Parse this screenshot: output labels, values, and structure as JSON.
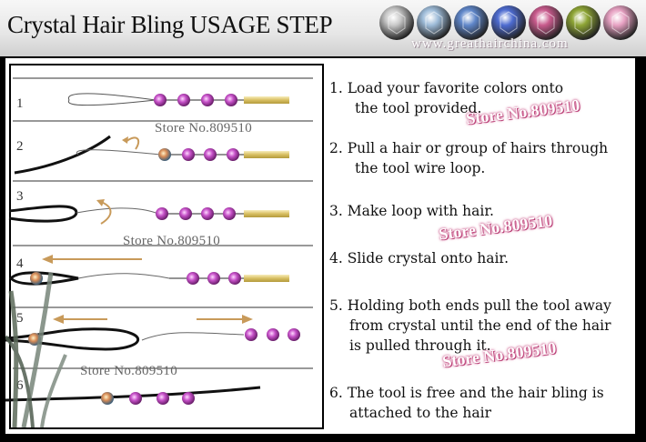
{
  "header": {
    "title": "Crystal Hair Bling USAGE STEP",
    "website": "www.greathairchina.com",
    "gem_colors": [
      "#c8c8c8",
      "#9dbbd8",
      "#5f86c9",
      "#4d6bd0",
      "#c85a8c",
      "#8ea535",
      "#e7a1c2"
    ]
  },
  "left_panel": {
    "step_numbers": [
      "1",
      "2",
      "3",
      "4",
      "5",
      "6"
    ],
    "store_labels": [
      "Store No.809510",
      "Store No.809510",
      "Store No.809510"
    ]
  },
  "instructions": [
    {
      "line1": "1. Load your favorite colors onto",
      "line2": "the tool provided."
    },
    {
      "line1": "2. Pull a hair or group of hairs through",
      "line2": "the tool wire loop."
    },
    {
      "line1": "3. Make loop with hair.",
      "line2": ""
    },
    {
      "line1": "4. Slide crystal onto hair.",
      "line2": ""
    },
    {
      "line1": "5. Holding both ends pull  the tool away",
      "line2": "from crystal until the end of the hair",
      "line3": "is pulled through it."
    },
    {
      "line1": "6. The tool is free and the hair bling is",
      "line2": "attached to the hair"
    }
  ],
  "watermarks": [
    "Store No.809510",
    "Store No.809510",
    "Store No.809510"
  ],
  "colors": {
    "crystal": "#c651c8",
    "tube": "#e6d58a",
    "arrow": "#c89a5a",
    "watermark": "#c0407a"
  }
}
